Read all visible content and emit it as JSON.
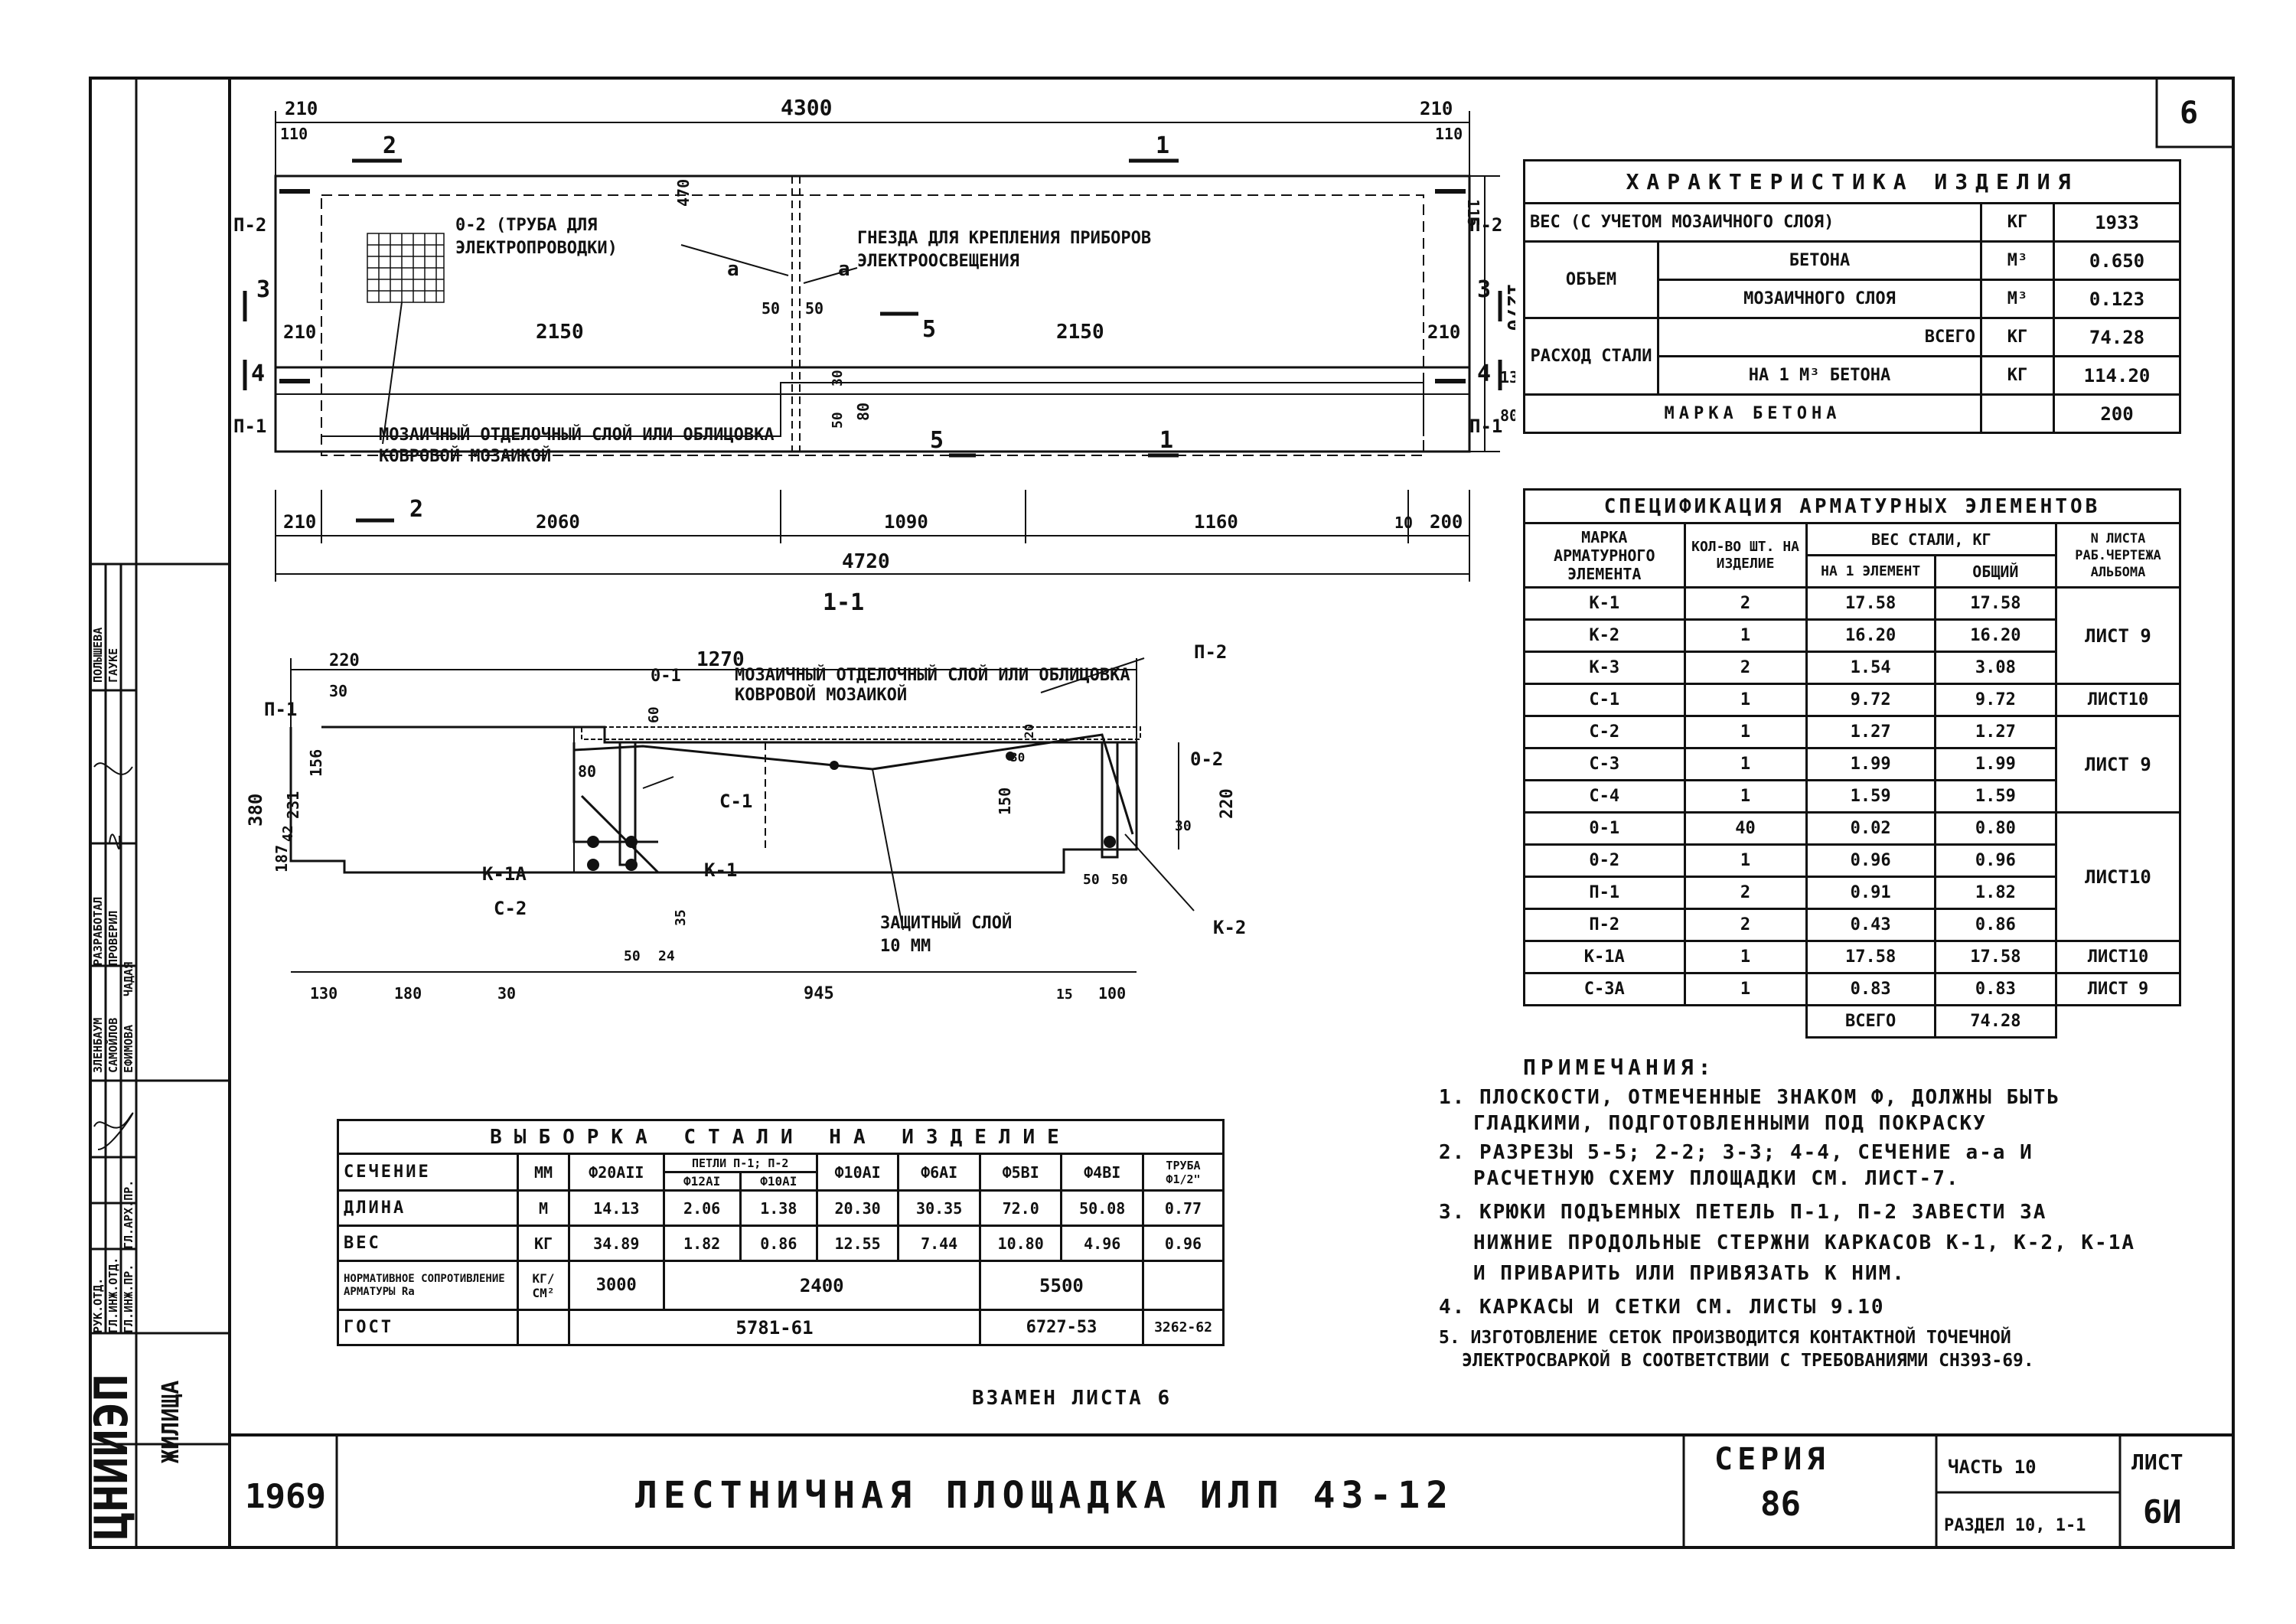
{
  "sheet_number": "6",
  "plan": {
    "dims_top": [
      "210",
      "4300",
      "210",
      "110",
      "110"
    ],
    "dims_right": [
      "115",
      "1270",
      "130",
      "80"
    ],
    "dims_mid": [
      "210",
      "2150",
      "2150",
      "210",
      "470",
      "50",
      "50",
      "80",
      "30",
      "50"
    ],
    "dims_bottom": [
      "210",
      "2060",
      "1090",
      "1160",
      "10",
      "200",
      "4720"
    ],
    "sections": [
      "2",
      "1",
      "3",
      "3",
      "4",
      "4",
      "5",
      "5",
      "1",
      "2",
      "a",
      "a"
    ],
    "labels": [
      "П-2",
      "П-2",
      "П-1",
      "П-1"
    ],
    "note_pipe": "0-2 (ТРУБА ДЛЯ ЭЛЕКТРОПРОВОДКИ)",
    "note_sockets": "ГНЕЗДА ДЛЯ КРЕПЛЕНИЯ ПРИБОРОВ ЭЛЕКТРООСВЕЩЕНИЯ",
    "note_mosaic": "МОЗАИЧНЫЙ ОТДЕЛОЧНЫЙ СЛОЙ ИЛИ ОБЛИЦОВКА КОВРОВОЙ МОЗАИКОЙ"
  },
  "section11": {
    "title": "1-1",
    "dims": [
      "220",
      "1270",
      "30",
      "156",
      "231",
      "380",
      "42",
      "187",
      "80",
      "60",
      "20",
      "30",
      "150",
      "220",
      "35",
      "50",
      "24",
      "50",
      "50",
      "130",
      "180",
      "30",
      "945",
      "15",
      "100",
      "30"
    ],
    "labels": [
      "П-1",
      "0-1",
      "П-2",
      "0-2",
      "С-1",
      "К-1",
      "К-1А",
      "С-2",
      "К-2"
    ],
    "note_mosaic": "МОЗАИЧНЫЙ ОТДЕЛОЧНЫЙ СЛОЙ ИЛИ ОБЛИЦОВКА КОВРОВОЙ МОЗАИКОЙ",
    "note_cover": "ЗАЩИТНЫЙ СЛОЙ 10 ММ"
  },
  "characteristics": {
    "title": "ХАРАКТЕРИСТИКА ИЗДЕЛИЯ",
    "rows": [
      {
        "a": "ВЕС (С УЧЕТОМ МОЗАИЧНОГО СЛОЯ)",
        "b": "",
        "u": "КГ",
        "v": "1933"
      },
      {
        "a": "ОБЪЕМ",
        "b": "БЕТОНА",
        "u": "М³",
        "v": "0.650"
      },
      {
        "a": "",
        "b": "МОЗАИЧНОГО СЛОЯ",
        "u": "М³",
        "v": "0.123"
      },
      {
        "a": "РАСХОД СТАЛИ",
        "b": "ВСЕГО",
        "u": "КГ",
        "v": "74.28"
      },
      {
        "a": "",
        "b": "НА 1 М³ БЕТОНА",
        "u": "КГ",
        "v": "114.20"
      },
      {
        "a": "МАРКА БЕТОНА",
        "b": "",
        "u": "",
        "v": "200"
      }
    ]
  },
  "spec": {
    "title": "СПЕЦИФИКАЦИЯ АРМАТУРНЫХ ЭЛЕМЕНТОВ",
    "h_mark": "МАРКА АРМАТУРНОГО ЭЛЕМЕНТА",
    "h_qty": "КОЛ-ВО ШТ. НА ИЗДЕЛИЕ",
    "h_weight": "ВЕС СТАЛИ, КГ",
    "h_per": "НА 1 ЭЛЕМЕНТ",
    "h_total": "ОБЩИЙ",
    "h_sheet": "N ЛИСТА РАБ.ЧЕРТЕЖА АЛЬБОМА",
    "rows": [
      [
        "К-1",
        "2",
        "17.58",
        "17.58"
      ],
      [
        "К-2",
        "1",
        "16.20",
        "16.20"
      ],
      [
        "К-3",
        "2",
        "1.54",
        "3.08"
      ],
      [
        "С-1",
        "1",
        "9.72",
        "9.72"
      ],
      [
        "С-2",
        "1",
        "1.27",
        "1.27"
      ],
      [
        "С-3",
        "1",
        "1.99",
        "1.99"
      ],
      [
        "С-4",
        "1",
        "1.59",
        "1.59"
      ],
      [
        "0-1",
        "40",
        "0.02",
        "0.80"
      ],
      [
        "0-2",
        "1",
        "0.96",
        "0.96"
      ],
      [
        "П-1",
        "2",
        "0.91",
        "1.82"
      ],
      [
        "П-2",
        "2",
        "0.43",
        "0.86"
      ],
      [
        "К-1А",
        "1",
        "17.58",
        "17.58"
      ],
      [
        "С-3А",
        "1",
        "0.83",
        "0.83"
      ]
    ],
    "sheets": [
      "ЛИСТ 9",
      "ЛИСТ10",
      "ЛИСТ 9",
      "ЛИСТ10",
      "ЛИСТ10",
      "ЛИСТ 9"
    ],
    "total_label": "ВСЕГО",
    "total_value": "74.28"
  },
  "notes": {
    "title": "ПРИМЕЧАНИЯ:",
    "lines": [
      "1. ПЛОСКОСТИ, ОТМЕЧЕННЫЕ ЗНАКОМ Ф, ДОЛЖНЫ БЫТЬ",
      "ГЛАДКИМИ, ПОДГОТОВЛЕННЫМИ ПОД ПОКРАСКУ",
      "2. РАЗРЕЗЫ 5-5; 2-2; 3-3; 4-4, СЕЧЕНИЕ а-а И",
      "РАСЧЕТНУЮ СХЕМУ ПЛОЩАДКИ СМ. ЛИСТ-7.",
      "3. КРЮКИ ПОДЪЕМНЫХ ПЕТЕЛЬ П-1, П-2 ЗАВЕСТИ ЗА",
      "НИЖНИЕ ПРОДОЛЬНЫЕ СТЕРЖНИ КАРКАСОВ К-1, К-2, К-1А",
      "И ПРИВАРИТЬ ИЛИ ПРИВЯЗАТЬ К НИМ.",
      "4. КАРКАСЫ И СЕТКИ СМ. ЛИСТЫ 9.10",
      "5. ИЗГОТОВЛЕНИЕ СЕТОК ПРОИЗВОДИТСЯ КОНТАКТНОЙ ТОЧЕЧНОЙ",
      "ЭЛЕКТРОСВАРКОЙ В СООТВЕТСТВИИ С ТРЕБОВАНИЯМИ СН393-69."
    ]
  },
  "steel": {
    "title": "ВЫБОРКА СТАЛИ НА ИЗДЕЛИЕ",
    "h_section": "СЕЧЕНИЕ",
    "h_mm": "ММ",
    "cols": [
      "Ф20АII",
      "ПЕТЛИ П-1; П-2",
      "Ф12АI",
      "Ф10АI",
      "Ф10АI",
      "Ф6АI",
      "Ф5ВI",
      "Ф4ВI",
      "ТРУБА Ф1/2\""
    ],
    "length": {
      "label": "ДЛИНА",
      "unit": "М",
      "values": [
        "14.13",
        "2.06",
        "1.38",
        "20.30",
        "30.35",
        "72.0",
        "50.08",
        "0.77"
      ]
    },
    "weight": {
      "label": "ВЕС",
      "unit": "КГ",
      "values": [
        "34.89",
        "1.82",
        "0.86",
        "12.55",
        "7.44",
        "10.80",
        "4.96",
        "0.96"
      ]
    },
    "resist": {
      "label": "НОРМАТИВНОЕ СОПРОТИВЛЕНИЕ АРМАТУРЫ Rа",
      "unit": "КГ/СМ²",
      "v1": "3000",
      "v2": "2400",
      "v3": "5500"
    },
    "gost": {
      "label": "ГОСТ",
      "v1": "5781-61",
      "v2": "6727-53",
      "v3": "3262-62"
    },
    "replace": "ВЗАМЕН ЛИСТА 6"
  },
  "stamp": {
    "roles": [
      "РУК.ОТД.",
      "ГЛ.ИНЖ.ОТД.",
      "ГЛ.ИНЖ.ПР.",
      "ГЛ.АРХ.ПР.",
      "РАЗРАБОТАЛ",
      "ПРОВЕРИЛ"
    ],
    "names": [
      "ЗЛЕНБАУМ",
      "САМОЙЛОВ",
      "ЕФИМОВА",
      "ЧАДАЯ",
      "ПОЛЫШЕВА",
      "ГАУКЕ"
    ],
    "org_logo": "ЦНИИЭП",
    "org_sub": "ЖИЛИЩА",
    "year": "1969",
    "title": "ЛЕСТНИЧНАЯ ПЛОЩАДКА ИЛП 43-12",
    "series_label": "СЕРИЯ",
    "series": "86",
    "part": "ЧАСТЬ 10",
    "section": "РАЗДЕЛ 10, 1-1",
    "sheet_label": "ЛИСТ",
    "sheet": "6И"
  }
}
